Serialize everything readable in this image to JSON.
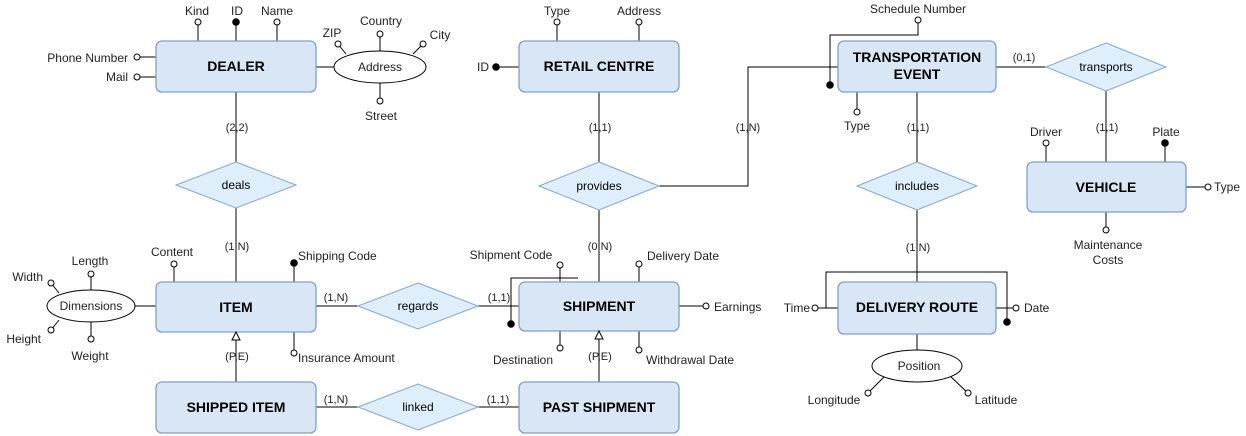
{
  "entities": {
    "dealer": "DEALER",
    "retail_centre": "RETAIL CENTRE",
    "transportation_event_line1": "TRANSPORTATION",
    "transportation_event_line2": "EVENT",
    "vehicle": "VEHICLE",
    "delivery_route": "DELIVERY ROUTE",
    "item": "ITEM",
    "shipment": "SHIPMENT",
    "shipped_item": "SHIPPED ITEM",
    "past_shipment": "PAST SHIPMENT"
  },
  "relationships": {
    "deals": "deals",
    "provides": "provides",
    "transports": "transports",
    "includes": "includes",
    "regards": "regards",
    "linked": "linked"
  },
  "composites": {
    "address": "Address",
    "dimensions": "Dimensions",
    "position": "Position"
  },
  "attributes": {
    "dealer_kind": "Kind",
    "dealer_id": "ID",
    "dealer_name": "Name",
    "dealer_phone": "Phone Number",
    "dealer_mail": "Mail",
    "address_zip": "ZIP",
    "address_country": "Country",
    "address_city": "City",
    "address_street": "Street",
    "retail_type": "Type",
    "retail_address": "Address",
    "retail_id": "ID",
    "te_schedule": "Schedule Number",
    "te_type": "Type",
    "vehicle_driver": "Driver",
    "vehicle_plate": "Plate",
    "vehicle_type": "Type",
    "vehicle_maintenance_1": "Maintenance",
    "vehicle_maintenance_2": "Costs",
    "route_time": "Time",
    "route_date": "Date",
    "position_longitude": "Longitude",
    "position_latitude": "Latitude",
    "item_content": "Content",
    "item_shipping_code": "Shipping Code",
    "item_insurance": "Insurance Amount",
    "dim_length": "Length",
    "dim_width": "Width",
    "dim_height": "Height",
    "dim_weight": "Weight",
    "ship_code": "Shipment Code",
    "ship_delivery_date": "Delivery Date",
    "ship_earnings": "Earnings",
    "ship_destination": "Destination",
    "ship_withdrawal": "Withdrawal Date"
  },
  "cardinalities": {
    "dealer_deals": "(2,2)",
    "item_deals": "(1,N)",
    "retail_provides": "(1,1)",
    "shipment_provides": "(0,N)",
    "te_provides": "(1,N)",
    "te_transports": "(0,1)",
    "vehicle_transports": "(1,1)",
    "te_includes": "(1,1)",
    "route_includes": "(1,N)",
    "item_regards": "(1,N)",
    "shipment_regards": "(1,1)",
    "shippeditem_linked": "(1,N)",
    "pastshipment_linked": "(1,1)",
    "item_generalization": "(P,E)",
    "shipment_generalization": "(P,E)"
  }
}
